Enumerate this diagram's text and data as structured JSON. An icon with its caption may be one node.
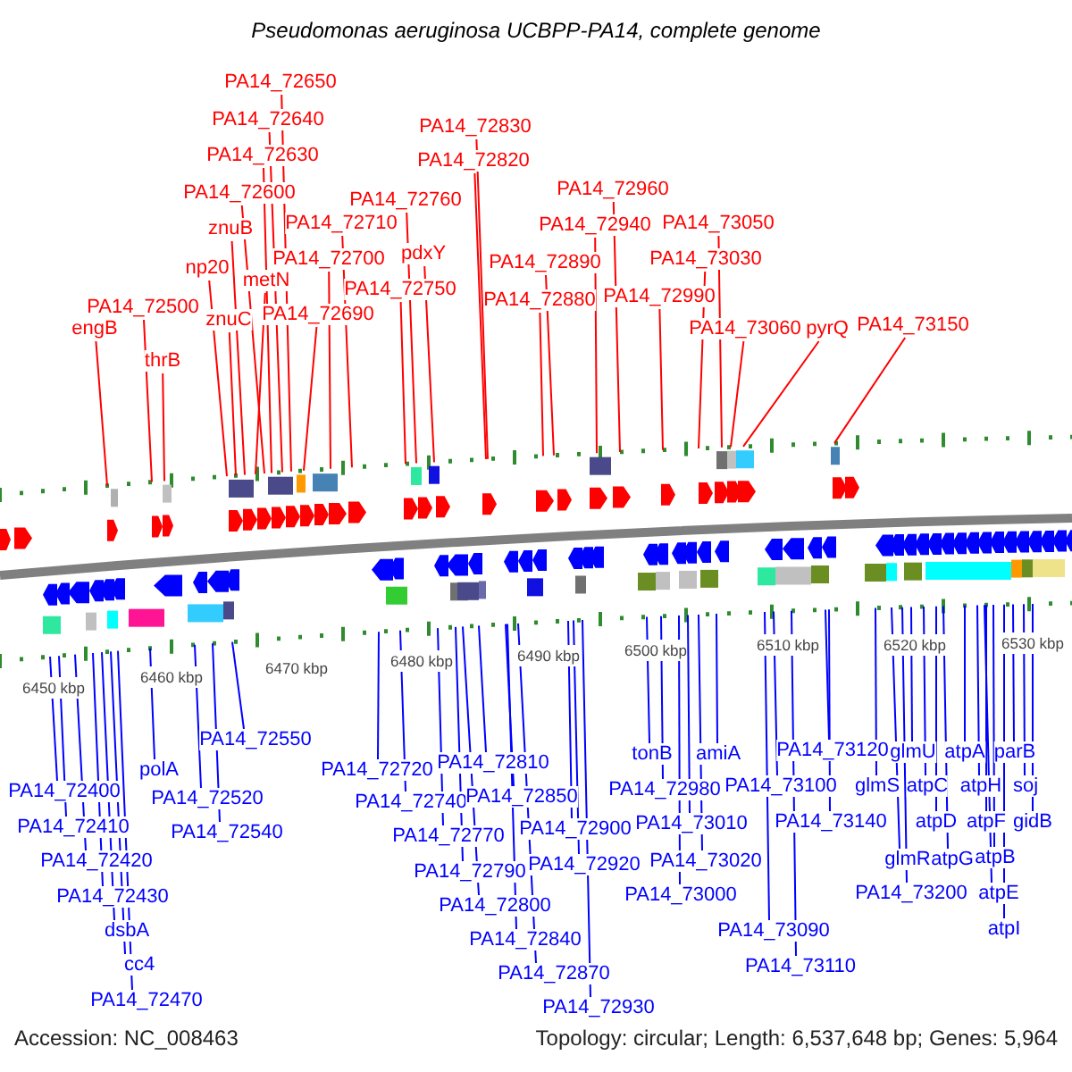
{
  "diagram": {
    "title": "Pseudomonas aeruginosa UCBPP-PA14, complete genome",
    "nodes": [
      {
        "text": [
          "PA14_72650"
        ]
      },
      {
        "text": [
          "PA14_72640"
        ]
      },
      {
        "text": [
          "PA14_72830"
        ]
      },
      {
        "text": [
          "PA14_72630"
        ]
      },
      {
        "text": [
          "PA14_72820"
        ]
      },
      {
        "text": [
          "PA14_72960"
        ]
      },
      {
        "text": [
          "PA14_72600"
        ]
      },
      {
        "text": [
          "PA14_72760"
        ]
      },
      {
        "text": [
          "PA14_72710"
        ]
      },
      {
        "text": [
          "PA14_72940"
        ]
      },
      {
        "text": [
          "PA14_73050"
        ]
      },
      {
        "text": [
          "znuB"
        ]
      },
      {
        "text": [
          "PA14_72700"
        ]
      },
      {
        "text": [
          "PA14_72890"
        ]
      },
      {
        "text": [
          "PA14_73030"
        ]
      },
      {
        "text": [
          "np20"
        ]
      },
      {
        "text": [
          "pdxY"
        ]
      },
      {
        "text": [
          "metN"
        ]
      },
      {
        "text": [
          "PA14_72750"
        ]
      },
      {
        "text": [
          "PA14_72880"
        ]
      },
      {
        "text": [
          "PA14_72990"
        ]
      },
      {
        "text": [
          "PA14_72500"
        ]
      },
      {
        "text": [
          "PA14_72690"
        ]
      },
      {
        "text": [
          "znuC"
        ]
      },
      {
        "text": [
          "PA14_73060"
        ]
      },
      {
        "text": [
          "pyrQ"
        ]
      },
      {
        "text": [
          "PA14_73150"
        ]
      },
      {
        "text": [
          "engB"
        ]
      },
      {
        "text": [
          "thrB"
        ]
      },
      {
        "text": [
          "PA14_72550"
        ]
      },
      {
        "text": [
          "tonB"
        ]
      },
      {
        "text": [
          "amiA"
        ]
      },
      {
        "text": [
          "PA14_73120"
        ]
      },
      {
        "text": [
          "glmU"
        ]
      },
      {
        "text": [
          "atpA"
        ]
      },
      {
        "text": [
          "parB"
        ]
      },
      {
        "text": [
          "PA14_72720"
        ]
      },
      {
        "text": [
          "PA14_72810"
        ]
      },
      {
        "text": [
          "polA"
        ]
      },
      {
        "text": [
          "PA14_72400"
        ]
      },
      {
        "text": [
          "PA14_72520"
        ]
      },
      {
        "text": [
          "PA14_72740"
        ]
      },
      {
        "text": [
          "PA14_72850"
        ]
      },
      {
        "text": [
          "PA14_72980"
        ]
      },
      {
        "text": [
          "PA14_73100"
        ]
      },
      {
        "text": [
          "glmS"
        ]
      },
      {
        "text": [
          "atpC"
        ]
      },
      {
        "text": [
          "atpH"
        ]
      },
      {
        "text": [
          "soj"
        ]
      },
      {
        "text": [
          "PA14_72410"
        ]
      },
      {
        "text": [
          "PA14_72540"
        ]
      },
      {
        "text": [
          "PA14_72770"
        ]
      },
      {
        "text": [
          "PA14_72900"
        ]
      },
      {
        "text": [
          "PA14_73010"
        ]
      },
      {
        "text": [
          "PA14_73140"
        ]
      },
      {
        "text": [
          "atpD"
        ]
      },
      {
        "text": [
          "atpF"
        ]
      },
      {
        "text": [
          "gidB"
        ]
      },
      {
        "text": [
          "PA14_72420"
        ]
      },
      {
        "text": [
          "PA14_72790"
        ]
      },
      {
        "text": [
          "PA14_72920"
        ]
      },
      {
        "text": [
          "PA14_73020"
        ]
      },
      {
        "text": [
          "glmR"
        ]
      },
      {
        "text": [
          "atpG"
        ]
      },
      {
        "text": [
          "atpB"
        ]
      },
      {
        "text": [
          "PA14_72430"
        ]
      },
      {
        "text": [
          "PA14_72800"
        ]
      },
      {
        "text": [
          "PA14_73000"
        ]
      },
      {
        "text": [
          "PA14_73200"
        ]
      },
      {
        "text": [
          "atpE"
        ]
      },
      {
        "text": [
          "dsbA"
        ]
      },
      {
        "text": [
          "PA14_73090"
        ]
      },
      {
        "text": [
          "atpI"
        ]
      },
      {
        "text": [
          "PA14_72840"
        ]
      },
      {
        "text": [
          "cc4"
        ]
      },
      {
        "text": [
          "PA14_73110"
        ]
      },
      {
        "text": [
          "PA14_72870"
        ]
      },
      {
        "text": [
          "PA14_72470"
        ]
      },
      {
        "text": [
          "PA14_72930"
        ]
      }
    ],
    "edges": [
      {
        "from": 0,
        "to": null,
        "arrow": "none",
        "color": "#ff0000"
      },
      {
        "from": 1,
        "to": null,
        "arrow": "none",
        "color": "#ff0000"
      },
      {
        "from": 2,
        "to": null,
        "arrow": "none",
        "color": "#ff0000"
      },
      {
        "from": 3,
        "to": null,
        "arrow": "none",
        "color": "#ff0000"
      },
      {
        "from": 4,
        "to": null,
        "arrow": "none",
        "color": "#ff0000"
      },
      {
        "from": 5,
        "to": null,
        "arrow": "none",
        "color": "#ff0000"
      },
      {
        "from": 6,
        "to": null,
        "arrow": "none",
        "color": "#ff0000"
      },
      {
        "from": 7,
        "to": null,
        "arrow": "none",
        "color": "#ff0000"
      },
      {
        "from": 8,
        "to": null,
        "arrow": "none",
        "color": "#ff0000"
      },
      {
        "from": 9,
        "to": null,
        "arrow": "none",
        "color": "#ff0000"
      },
      {
        "from": 10,
        "to": null,
        "arrow": "none",
        "color": "#ff0000"
      },
      {
        "from": 11,
        "to": null,
        "arrow": "none",
        "color": "#ff0000"
      },
      {
        "from": 12,
        "to": null,
        "arrow": "none",
        "color": "#ff0000"
      },
      {
        "from": 13,
        "to": null,
        "arrow": "none",
        "color": "#ff0000"
      },
      {
        "from": 14,
        "to": null,
        "arrow": "none",
        "color": "#ff0000"
      },
      {
        "from": 15,
        "to": null,
        "arrow": "none",
        "color": "#ff0000"
      },
      {
        "from": 16,
        "to": null,
        "arrow": "none",
        "color": "#ff0000"
      },
      {
        "from": 17,
        "to": null,
        "arrow": "none",
        "color": "#ff0000"
      },
      {
        "from": 18,
        "to": null,
        "arrow": "none",
        "color": "#ff0000"
      },
      {
        "from": 19,
        "to": null,
        "arrow": "none",
        "color": "#ff0000"
      },
      {
        "from": 20,
        "to": null,
        "arrow": "none",
        "color": "#ff0000"
      },
      {
        "from": 21,
        "to": null,
        "arrow": "none",
        "color": "#ff0000"
      },
      {
        "from": 22,
        "to": null,
        "arrow": "none",
        "color": "#ff0000"
      },
      {
        "from": 23,
        "to": null,
        "arrow": "none",
        "color": "#ff0000"
      },
      {
        "from": 24,
        "to": null,
        "arrow": "none",
        "color": "#ff0000"
      },
      {
        "from": 25,
        "to": null,
        "arrow": "none",
        "color": "#ff0000"
      },
      {
        "from": 26,
        "to": null,
        "arrow": "none",
        "color": "#ff0000"
      },
      {
        "from": 27,
        "to": null,
        "arrow": "none",
        "color": "#ff0000"
      },
      {
        "from": 28,
        "to": null,
        "arrow": "none",
        "color": "#ff0000"
      },
      {
        "from": 29,
        "to": null,
        "arrow": "none"
      },
      {
        "from": 30,
        "to": null,
        "arrow": "none"
      },
      {
        "from": 31,
        "to": null,
        "arrow": "none"
      },
      {
        "from": 32,
        "to": null,
        "arrow": "none"
      },
      {
        "from": 33,
        "to": null,
        "arrow": "none"
      },
      {
        "from": 34,
        "to": null,
        "arrow": "none"
      },
      {
        "from": 35,
        "to": null,
        "arrow": "none"
      },
      {
        "from": 36,
        "to": null,
        "arrow": "none"
      },
      {
        "from": 37,
        "to": null,
        "arrow": "none"
      },
      {
        "from": 38,
        "to": null,
        "arrow": "none"
      },
      {
        "from": 39,
        "to": null,
        "arrow": "none"
      },
      {
        "from": 40,
        "to": null,
        "arrow": "none"
      },
      {
        "from": 41,
        "to": null,
        "arrow": "none"
      },
      {
        "from": 42,
        "to": null,
        "arrow": "none"
      },
      {
        "from": 43,
        "to": null,
        "arrow": "none"
      },
      {
        "from": 44,
        "to": null,
        "arrow": "none"
      },
      {
        "from": 45,
        "to": null,
        "arrow": "none"
      },
      {
        "from": 46,
        "to": null,
        "arrow": "none"
      },
      {
        "from": 47,
        "to": null,
        "arrow": "none"
      },
      {
        "from": 48,
        "to": null,
        "arrow": "none"
      },
      {
        "from": 49,
        "to": null,
        "arrow": "none"
      },
      {
        "from": 50,
        "to": null,
        "arrow": "none"
      },
      {
        "from": 51,
        "to": null,
        "arrow": "none"
      },
      {
        "from": 52,
        "to": null,
        "arrow": "none"
      },
      {
        "from": 53,
        "to": null,
        "arrow": "none"
      },
      {
        "from": 54,
        "to": null,
        "arrow": "none"
      },
      {
        "from": 55,
        "to": null,
        "arrow": "none"
      },
      {
        "from": 56,
        "to": null,
        "arrow": "none"
      },
      {
        "from": 57,
        "to": null,
        "arrow": "none"
      },
      {
        "from": 58,
        "to": null,
        "arrow": "none"
      },
      {
        "from": 59,
        "to": null,
        "arrow": "none"
      },
      {
        "from": 60,
        "to": null,
        "arrow": "none"
      },
      {
        "from": 61,
        "to": null,
        "arrow": "none"
      },
      {
        "from": 62,
        "to": null,
        "arrow": "none"
      },
      {
        "from": 63,
        "to": null,
        "arrow": "none"
      },
      {
        "from": 64,
        "to": null,
        "arrow": "none"
      },
      {
        "from": 65,
        "to": null,
        "arrow": "none"
      },
      {
        "from": 66,
        "to": null,
        "arrow": "none"
      },
      {
        "from": 67,
        "to": null,
        "arrow": "none"
      },
      {
        "from": 68,
        "to": null,
        "arrow": "none"
      },
      {
        "from": 69,
        "to": null,
        "arrow": "none"
      },
      {
        "from": 70,
        "to": null,
        "arrow": "none"
      },
      {
        "from": 71,
        "to": null,
        "arrow": "none"
      },
      {
        "from": 72,
        "to": null,
        "arrow": "none"
      },
      {
        "from": 73,
        "to": null,
        "arrow": "none"
      },
      {
        "from": 74,
        "to": null,
        "arrow": "none"
      },
      {
        "from": 75,
        "to": null,
        "arrow": "none"
      },
      {
        "from": 76,
        "to": null,
        "arrow": "none"
      },
      {
        "from": 77,
        "to": null,
        "arrow": "none"
      },
      {
        "from": 78,
        "to": null,
        "arrow": "none"
      }
    ],
    "labels": [
      "6450 kbp",
      "6460 kbp",
      "6470 kbp",
      "6480 kbp",
      "6490 kbp",
      "6500 kbp",
      "6510 kbp",
      "6520 kbp",
      "6530 kbp",
      "Accession: NC_008463",
      "Topology: circular; Length: 6,537,648 bp; Genes: 5,964"
    ]
  }
}
